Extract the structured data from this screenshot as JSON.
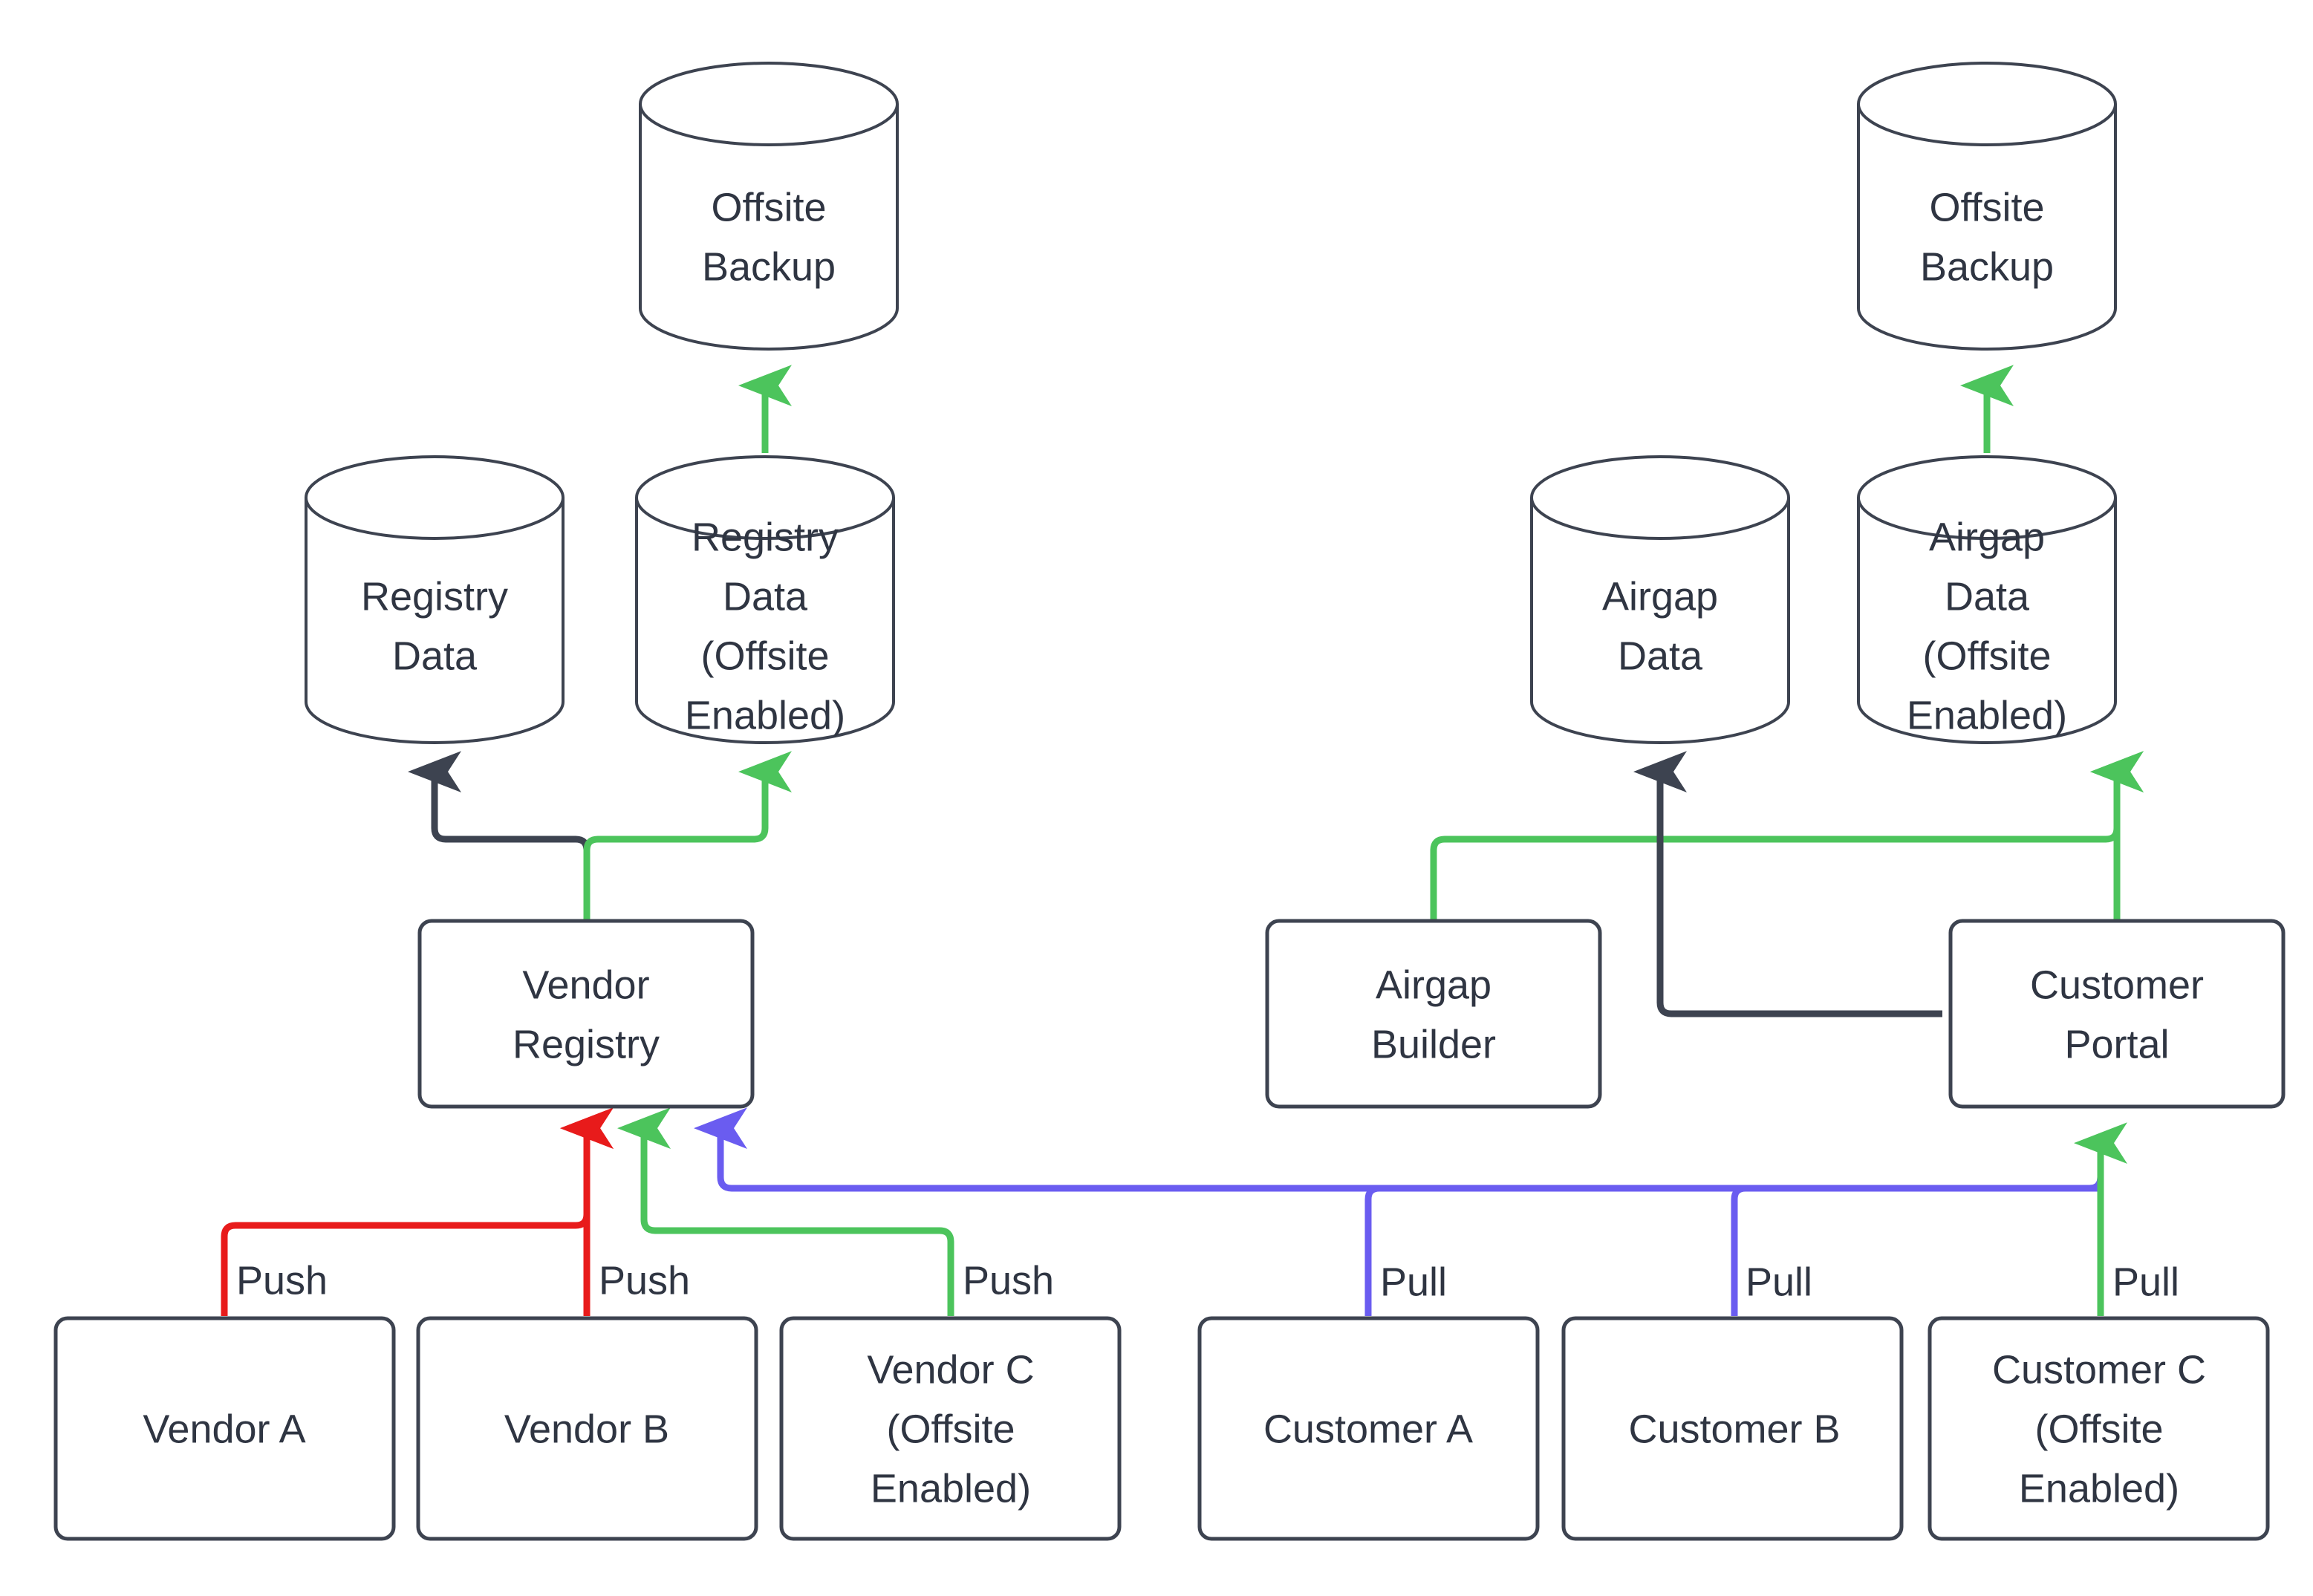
{
  "diagram": {
    "title": "Registry and Airgap Data Flow",
    "background_color": "#ffffff",
    "colors": {
      "stroke_dark": "#3d4350",
      "text": "#2f3542",
      "red": "#e81b1b",
      "green": "#4cc45c",
      "purple": "#6a5cf0",
      "node_fill": "#ffffff"
    },
    "nodes": {
      "offsite_backup_left": {
        "label": "Offsite\nBackup",
        "line1": "Offsite",
        "line2": "Backup",
        "shape": "cylinder"
      },
      "offsite_backup_right": {
        "label": "Offsite\nBackup",
        "line1": "Offsite",
        "line2": "Backup",
        "shape": "cylinder"
      },
      "registry_data": {
        "label": "Registry\nData",
        "line1": "Registry",
        "line2": "Data",
        "shape": "cylinder"
      },
      "registry_data_offsite": {
        "label": "Registry\nData\n(Offsite\nEnabled)",
        "line1": "Registry",
        "line2": "Data",
        "line3": "(Offsite",
        "line4": "Enabled)",
        "shape": "cylinder"
      },
      "airgap_data": {
        "label": "Airgap\nData",
        "line1": "Airgap",
        "line2": "Data",
        "shape": "cylinder"
      },
      "airgap_data_offsite": {
        "label": "Airgap\nData\n(Offsite\nEnabled)",
        "line1": "Airgap",
        "line2": "Data",
        "line3": "(Offsite",
        "line4": "Enabled)",
        "shape": "cylinder"
      },
      "vendor_registry": {
        "label": "Vendor\nRegistry",
        "line1": "Vendor",
        "line2": "Registry",
        "shape": "rounded-rect"
      },
      "airgap_builder": {
        "label": "Airgap\nBuilder",
        "line1": "Airgap",
        "line2": "Builder",
        "shape": "rounded-rect"
      },
      "customer_portal": {
        "label": "Customer\nPortal",
        "line1": "Customer",
        "line2": "Portal",
        "shape": "rounded-rect"
      },
      "vendor_a": {
        "label": "Vendor A",
        "line1": "Vendor A",
        "shape": "rounded-rect"
      },
      "vendor_b": {
        "label": "Vendor B",
        "line1": "Vendor B",
        "shape": "rounded-rect"
      },
      "vendor_c": {
        "label": "Vendor C\n(Offsite\nEnabled)",
        "line1": "Vendor C",
        "line2": "(Offsite",
        "line3": "Enabled)",
        "shape": "rounded-rect"
      },
      "customer_a": {
        "label": "Customer A",
        "line1": "Customer A",
        "shape": "rounded-rect"
      },
      "customer_b": {
        "label": "Customer B",
        "line1": "Customer B",
        "shape": "rounded-rect"
      },
      "customer_c": {
        "label": "Customer C\n(Offsite\nEnabled)",
        "line1": "Customer C",
        "line2": "(Offsite",
        "line3": "Enabled)",
        "shape": "rounded-rect"
      }
    },
    "edge_labels": {
      "vendor_a_push": "Push",
      "vendor_b_push": "Push",
      "vendor_c_push": "Push",
      "customer_a_pull": "Pull",
      "customer_b_pull": "Pull",
      "customer_c_pull": "Pull"
    },
    "edges": [
      {
        "from": "vendor_a",
        "to": "vendor_registry",
        "label": "Push",
        "color": "red"
      },
      {
        "from": "vendor_b",
        "to": "vendor_registry",
        "label": "Push",
        "color": "red"
      },
      {
        "from": "vendor_c",
        "to": "vendor_registry",
        "label": "Push",
        "color": "green"
      },
      {
        "from": "customer_a",
        "to": "customer_portal",
        "label": "Pull",
        "color": "purple"
      },
      {
        "from": "customer_b",
        "to": "customer_portal",
        "label": "Pull",
        "color": "purple"
      },
      {
        "from": "customer_c",
        "to": "customer_portal",
        "label": "Pull",
        "color": "green"
      },
      {
        "from": "customer_portal",
        "to": "vendor_registry",
        "label": "",
        "color": "purple"
      },
      {
        "from": "vendor_registry",
        "to": "registry_data",
        "label": "",
        "color": "stroke_dark"
      },
      {
        "from": "vendor_registry",
        "to": "registry_data_offsite",
        "label": "",
        "color": "green"
      },
      {
        "from": "registry_data_offsite",
        "to": "offsite_backup_left",
        "label": "",
        "color": "green"
      },
      {
        "from": "customer_portal",
        "to": "airgap_data",
        "label": "",
        "color": "stroke_dark"
      },
      {
        "from": "airgap_builder",
        "to": "airgap_data_offsite",
        "label": "",
        "color": "green"
      },
      {
        "from": "customer_portal",
        "to": "airgap_data_offsite",
        "label": "",
        "color": "green"
      },
      {
        "from": "airgap_data_offsite",
        "to": "offsite_backup_right",
        "label": "",
        "color": "green"
      }
    ]
  }
}
